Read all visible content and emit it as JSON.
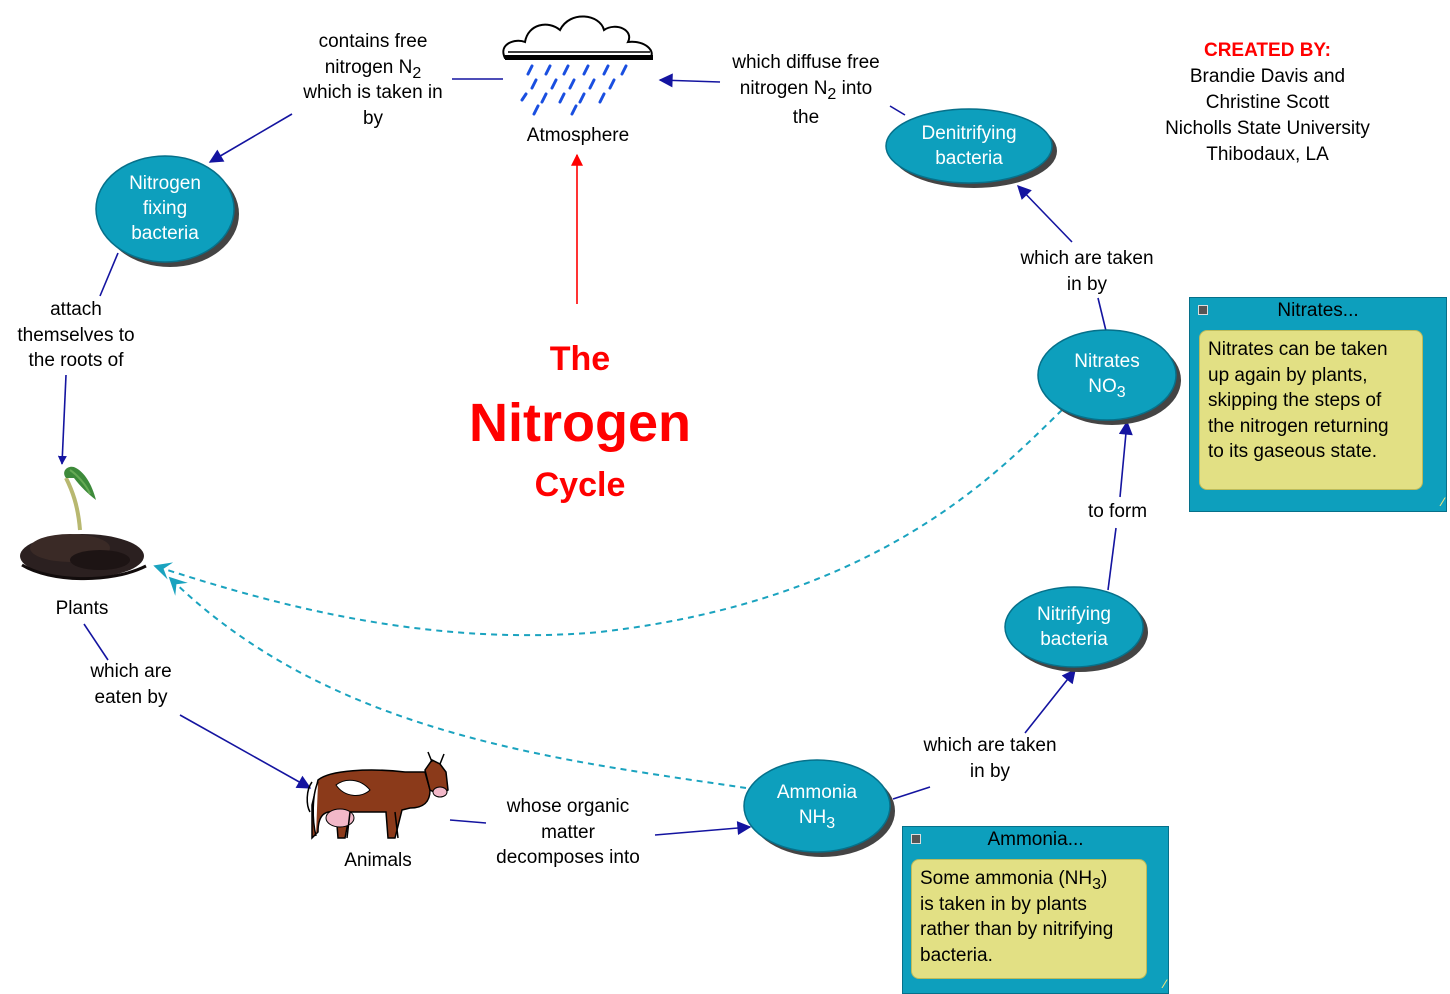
{
  "title": {
    "line1": "The",
    "line2": "Nitrogen",
    "line3": "Cycle"
  },
  "credits": {
    "heading": "CREATED BY:",
    "names": "Brandie Davis and",
    "names2": "Christine Scott",
    "school": "Nicholls State University",
    "city": "Thibodaux, LA"
  },
  "nodes": {
    "atmosphere": "Atmosphere",
    "nitrogen_fixing": {
      "l1": "Nitrogen",
      "l2": "fixing",
      "l3": "bacteria"
    },
    "plants": "Plants",
    "animals": "Animals",
    "ammonia": {
      "l1": "Ammonia",
      "l2": "NH",
      "sub": "3"
    },
    "nitrifying": {
      "l1": "Nitrifying",
      "l2": "bacteria"
    },
    "nitrates": {
      "l1": "Nitrates",
      "l2": "NO",
      "sub": "3"
    },
    "denitrifying": {
      "l1": "Denitrifying",
      "l2": "bacteria"
    }
  },
  "links": {
    "contains": {
      "l1": "contains free",
      "l2": "nitrogen N",
      "sub": "2",
      "l3": "which is taken in",
      "l4": "by"
    },
    "attach": {
      "l1": "attach",
      "l2": "themselves to",
      "l3": "the roots of"
    },
    "eaten": {
      "l1": "which are",
      "l2": "eaten by"
    },
    "decomposes": {
      "l1": "whose organic",
      "l2": "matter",
      "l3": "decomposes into"
    },
    "taken_ammonia": {
      "l1": "which are taken",
      "l2": "in by"
    },
    "to_form": "to form",
    "taken_nitrates": {
      "l1": "which are taken",
      "l2": "in by"
    },
    "diffuse": {
      "l1": "which diffuse free",
      "l2": "nitrogen N",
      "sub": "2",
      "l2b": " into",
      "l3": "the"
    }
  },
  "notes": {
    "nitrates": {
      "title": "Nitrates...",
      "lines": [
        "Nitrates can be taken",
        "up again by plants,",
        "skipping the steps of",
        "the nitrogen returning",
        "to its gaseous state."
      ]
    },
    "ammonia": {
      "title": "Ammonia...",
      "line1a": "Some ammonia (NH",
      "line1sub": "3",
      "line1b": ")",
      "lines": [
        "is taken in by plants",
        "rather than by nitrifying",
        "bacteria."
      ]
    }
  },
  "colors": {
    "title": "#ff0000",
    "node_fill": "#0d9fbd",
    "node_text": "#ffffff",
    "arrow": "#1414a0",
    "dashed_link": "#1aa3bf",
    "note_bg": "#0d9fbd",
    "note_body": "#e2e084"
  },
  "icons": [
    "cloud-rain-icon",
    "seedling-soil-icon",
    "cow-icon"
  ]
}
